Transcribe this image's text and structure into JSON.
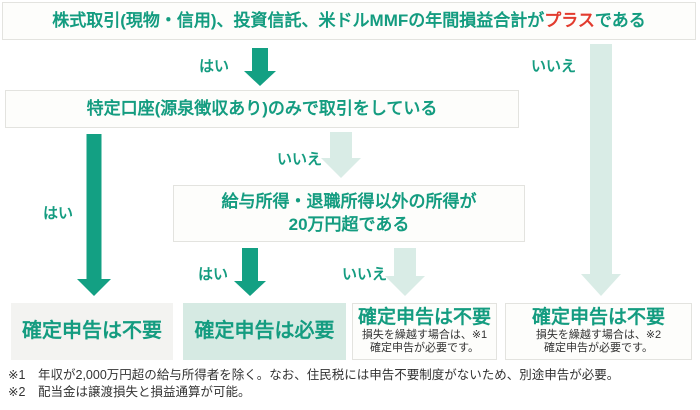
{
  "colors": {
    "teal_text": "#149c80",
    "teal_arrow": "#13a083",
    "highlight_red": "#e23b2e",
    "light_arrow": "#d9ece6",
    "result_gray_bg": "#f3f3f1",
    "result_highlight_bg": "#d6eae3",
    "box_border": "#e3e3df",
    "note_text": "#333333"
  },
  "labels": {
    "yes": "はい",
    "no": "いいえ"
  },
  "questions": {
    "q1": {
      "before": "株式取引(現物・信用)、投資信託、米ドルMMFの年間損益合計が",
      "highlight": "プラス",
      "after": "である"
    },
    "q2": "特定口座(源泉徴収あり)のみで取引をしている",
    "q3_line1": "給与所得・退職所得以外の所得が",
    "q3_line2": "20万円超である"
  },
  "results": {
    "r1": {
      "title": "確定申告は不要"
    },
    "r2": {
      "title": "確定申告は必要"
    },
    "r3": {
      "title": "確定申告は不要",
      "note_line1": "損失を繰越す場合は、※1",
      "note_line2": "確定申告が必要です。"
    },
    "r4": {
      "title": "確定申告は不要",
      "note_line1": "損失を繰越す場合は、※2",
      "note_line2": "確定申告が必要です。"
    }
  },
  "footnotes": [
    {
      "marker": "※1",
      "text": "年収が2,000万円超の給与所得者を除く。なお、住民税には申告不要制度がないため、別途申告が必要。"
    },
    {
      "marker": "※2",
      "text": "配当金は譲渡損失と損益通算が可能。"
    }
  ]
}
